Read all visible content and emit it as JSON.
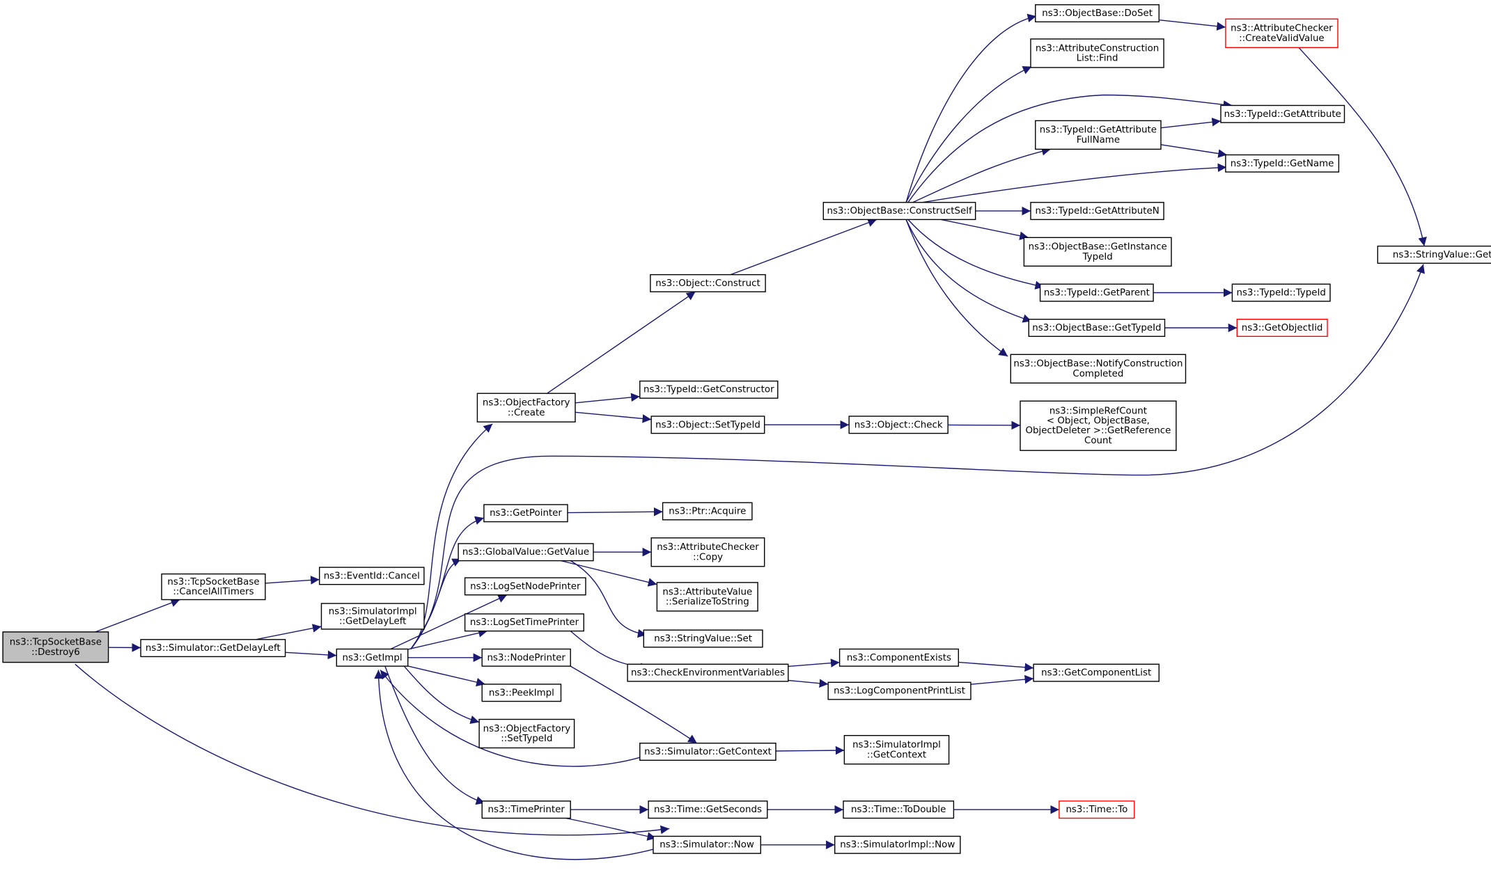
{
  "nodes": [
    {
      "id": "destroy6",
      "lines": [
        "ns3::TcpSocketBase",
        "::Destroy6"
      ],
      "root": true
    },
    {
      "id": "cancelalltimers",
      "lines": [
        "ns3::TcpSocketBase",
        "::CancelAllTimers"
      ]
    },
    {
      "id": "eventid_cancel",
      "lines": [
        "ns3::EventId::Cancel"
      ]
    },
    {
      "id": "sim_getdelayleft",
      "lines": [
        "ns3::Simulator::GetDelayLeft"
      ]
    },
    {
      "id": "simimpl_getdelayleft",
      "lines": [
        "ns3::SimulatorImpl",
        "::GetDelayLeft"
      ]
    },
    {
      "id": "getimpl",
      "lines": [
        "ns3::GetImpl"
      ]
    },
    {
      "id": "objfactory_create",
      "lines": [
        "ns3::ObjectFactory",
        "::Create"
      ]
    },
    {
      "id": "getpointer",
      "lines": [
        "ns3::GetPointer"
      ]
    },
    {
      "id": "globalvalue_getvalue",
      "lines": [
        "ns3::GlobalValue::GetValue"
      ]
    },
    {
      "id": "logsetnodeprinter",
      "lines": [
        "ns3::LogSetNodePrinter"
      ]
    },
    {
      "id": "logsettimeprinter",
      "lines": [
        "ns3::LogSetTimePrinter"
      ]
    },
    {
      "id": "nodeprinter",
      "lines": [
        "ns3::NodePrinter"
      ]
    },
    {
      "id": "peekimpl",
      "lines": [
        "ns3::PeekImpl"
      ]
    },
    {
      "id": "objfactory_settypeid",
      "lines": [
        "ns3::ObjectFactory",
        "::SetTypeId"
      ]
    },
    {
      "id": "timeprinter",
      "lines": [
        "ns3::TimePrinter"
      ]
    },
    {
      "id": "object_construct",
      "lines": [
        "ns3::Object::Construct"
      ]
    },
    {
      "id": "typeid_getconstructor",
      "lines": [
        "ns3::TypeId::GetConstructor"
      ]
    },
    {
      "id": "object_settypeid",
      "lines": [
        "ns3::Object::SetTypeId"
      ]
    },
    {
      "id": "ptr_acquire",
      "lines": [
        "ns3::Ptr::Acquire"
      ]
    },
    {
      "id": "attrchecker_copy",
      "lines": [
        "ns3::AttributeChecker",
        "::Copy"
      ]
    },
    {
      "id": "attrvalue_serialize",
      "lines": [
        "ns3::AttributeValue",
        "::SerializeToString"
      ]
    },
    {
      "id": "stringvalue_set",
      "lines": [
        "ns3::StringValue::Set"
      ]
    },
    {
      "id": "checkenvvars",
      "lines": [
        "ns3::CheckEnvironmentVariables"
      ]
    },
    {
      "id": "sim_getcontext",
      "lines": [
        "ns3::Simulator::GetContext"
      ]
    },
    {
      "id": "time_getseconds",
      "lines": [
        "ns3::Time::GetSeconds"
      ]
    },
    {
      "id": "sim_now",
      "lines": [
        "ns3::Simulator::Now"
      ]
    },
    {
      "id": "objbase_constructself",
      "lines": [
        "ns3::ObjectBase::ConstructSelf"
      ]
    },
    {
      "id": "object_check",
      "lines": [
        "ns3::Object::Check"
      ]
    },
    {
      "id": "componentexists",
      "lines": [
        "ns3::ComponentExists"
      ]
    },
    {
      "id": "logcomponentprintlist",
      "lines": [
        "ns3::LogComponentPrintList"
      ]
    },
    {
      "id": "simimpl_getcontext",
      "lines": [
        "ns3::SimulatorImpl",
        "::GetContext"
      ]
    },
    {
      "id": "time_todouble",
      "lines": [
        "ns3::Time::ToDouble"
      ]
    },
    {
      "id": "simimpl_now",
      "lines": [
        "ns3::SimulatorImpl::Now"
      ]
    },
    {
      "id": "objbase_doset",
      "lines": [
        "ns3::ObjectBase::DoSet"
      ]
    },
    {
      "id": "attrconstructionlist_find",
      "lines": [
        "ns3::AttributeConstruction",
        "List::Find"
      ]
    },
    {
      "id": "typeid_getattributefullname",
      "lines": [
        "ns3::TypeId::GetAttribute",
        "FullName"
      ]
    },
    {
      "id": "typeid_getattributen",
      "lines": [
        "ns3::TypeId::GetAttributeN"
      ]
    },
    {
      "id": "objbase_getinstancetypeid",
      "lines": [
        "ns3::ObjectBase::GetInstance",
        "TypeId"
      ]
    },
    {
      "id": "typeid_getparent",
      "lines": [
        "ns3::TypeId::GetParent"
      ]
    },
    {
      "id": "objbase_gettypeid",
      "lines": [
        "ns3::ObjectBase::GetTypeId"
      ]
    },
    {
      "id": "objbase_notifyconstruction",
      "lines": [
        "ns3::ObjectBase::NotifyConstruction",
        "Completed"
      ]
    },
    {
      "id": "simplerefcount",
      "lines": [
        "ns3::SimpleRefCount",
        "< Object, ObjectBase,",
        "ObjectDeleter >::GetReference",
        "Count"
      ]
    },
    {
      "id": "getcomponentlist",
      "lines": [
        "ns3::GetComponentList"
      ]
    },
    {
      "id": "time_to",
      "lines": [
        "ns3::Time::To"
      ],
      "truncated": true
    },
    {
      "id": "attrchecker_createvalid",
      "lines": [
        "ns3::AttributeChecker",
        "::CreateValidValue"
      ],
      "truncated": true
    },
    {
      "id": "typeid_getattribute",
      "lines": [
        "ns3::TypeId::GetAttribute"
      ]
    },
    {
      "id": "typeid_getname",
      "lines": [
        "ns3::TypeId::GetName"
      ]
    },
    {
      "id": "typeid_typeid",
      "lines": [
        "ns3::TypeId::TypeId"
      ]
    },
    {
      "id": "getobjectiid",
      "lines": [
        "ns3::GetObjectIid"
      ],
      "truncated": true
    },
    {
      "id": "stringvalue_get",
      "lines": [
        "ns3::StringValue::Get"
      ]
    }
  ],
  "edges": [
    [
      "destroy6",
      "cancelalltimers"
    ],
    [
      "destroy6",
      "sim_getdelayleft"
    ],
    [
      "destroy6",
      "sim_now"
    ],
    [
      "cancelalltimers",
      "eventid_cancel"
    ],
    [
      "sim_getdelayleft",
      "simimpl_getdelayleft"
    ],
    [
      "sim_getdelayleft",
      "getimpl"
    ],
    [
      "getimpl",
      "objfactory_create"
    ],
    [
      "getimpl",
      "stringvalue_get"
    ],
    [
      "getimpl",
      "getpointer"
    ],
    [
      "getimpl",
      "globalvalue_getvalue"
    ],
    [
      "getimpl",
      "logsetnodeprinter"
    ],
    [
      "getimpl",
      "logsettimeprinter"
    ],
    [
      "getimpl",
      "nodeprinter"
    ],
    [
      "getimpl",
      "peekimpl"
    ],
    [
      "getimpl",
      "objfactory_settypeid"
    ],
    [
      "getimpl",
      "timeprinter"
    ],
    [
      "objfactory_create",
      "object_construct"
    ],
    [
      "objfactory_create",
      "typeid_getconstructor"
    ],
    [
      "objfactory_create",
      "object_settypeid"
    ],
    [
      "object_construct",
      "objbase_constructself"
    ],
    [
      "object_settypeid",
      "object_check"
    ],
    [
      "object_check",
      "simplerefcount"
    ],
    [
      "getpointer",
      "ptr_acquire"
    ],
    [
      "globalvalue_getvalue",
      "attrchecker_copy"
    ],
    [
      "globalvalue_getvalue",
      "attrvalue_serialize"
    ],
    [
      "globalvalue_getvalue",
      "stringvalue_set"
    ],
    [
      "logsettimeprinter",
      "checkenvvars"
    ],
    [
      "checkenvvars",
      "componentexists"
    ],
    [
      "checkenvvars",
      "logcomponentprintlist"
    ],
    [
      "componentexists",
      "getcomponentlist"
    ],
    [
      "logcomponentprintlist",
      "getcomponentlist"
    ],
    [
      "nodeprinter",
      "sim_getcontext"
    ],
    [
      "sim_getcontext",
      "simimpl_getcontext"
    ],
    [
      "sim_getcontext",
      "getimpl"
    ],
    [
      "timeprinter",
      "time_getseconds"
    ],
    [
      "timeprinter",
      "sim_now"
    ],
    [
      "time_getseconds",
      "time_todouble"
    ],
    [
      "time_todouble",
      "time_to"
    ],
    [
      "sim_now",
      "simimpl_now"
    ],
    [
      "sim_now",
      "getimpl"
    ],
    [
      "objbase_constructself",
      "objbase_doset"
    ],
    [
      "objbase_constructself",
      "attrconstructionlist_find"
    ],
    [
      "objbase_constructself",
      "typeid_getattribute"
    ],
    [
      "objbase_constructself",
      "typeid_getattributefullname"
    ],
    [
      "objbase_constructself",
      "typeid_getname"
    ],
    [
      "objbase_constructself",
      "typeid_getattributen"
    ],
    [
      "objbase_constructself",
      "objbase_getinstancetypeid"
    ],
    [
      "objbase_constructself",
      "typeid_getparent"
    ],
    [
      "objbase_constructself",
      "objbase_gettypeid"
    ],
    [
      "objbase_constructself",
      "objbase_notifyconstruction"
    ],
    [
      "objbase_doset",
      "attrchecker_createvalid"
    ],
    [
      "attrchecker_createvalid",
      "stringvalue_get"
    ],
    [
      "typeid_getattributefullname",
      "typeid_getattribute"
    ],
    [
      "typeid_getattributefullname",
      "typeid_getname"
    ],
    [
      "typeid_getparent",
      "typeid_typeid"
    ],
    [
      "objbase_gettypeid",
      "getobjectiid"
    ]
  ]
}
